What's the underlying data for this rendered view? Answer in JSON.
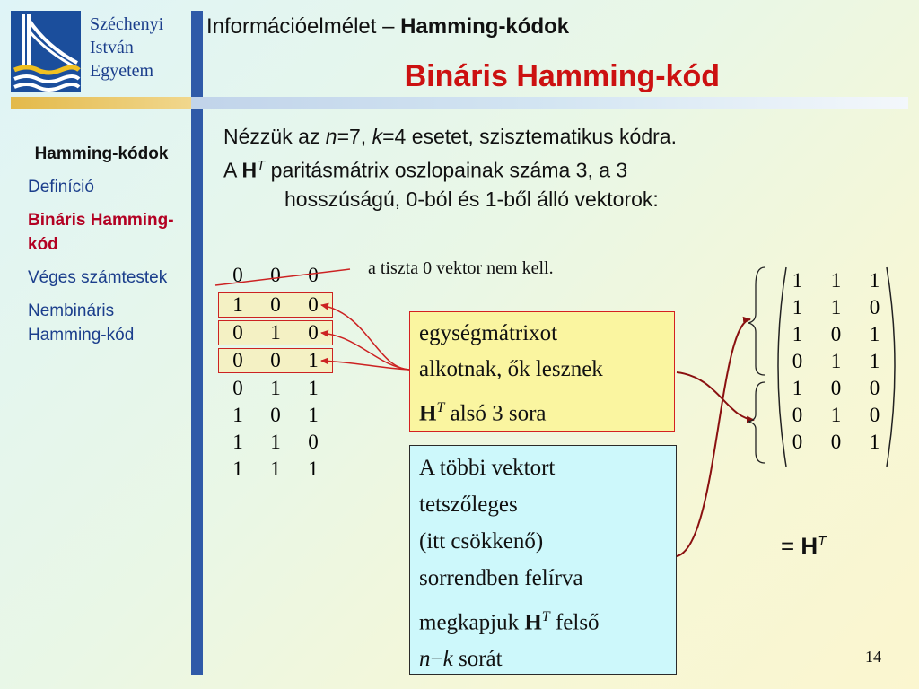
{
  "university": {
    "line1": "Széchenyi",
    "line2": "István",
    "line3": "Egyetem"
  },
  "header": {
    "course": "Információelmélet – ",
    "topic": "Hamming-kódok"
  },
  "title": "Bináris Hamming-kód",
  "nav": {
    "current": "Hamming-kódok",
    "items": [
      {
        "label": "Definíció",
        "active": false
      },
      {
        "label": "Bináris Hamming-kód",
        "active": true
      },
      {
        "label": "Véges számtestek",
        "active": false
      },
      {
        "label": "Nembináris Hamming-kód",
        "active": false
      }
    ]
  },
  "body": {
    "line1_a": "Nézzük az ",
    "line1_n": "n",
    "line1_b": "=7, ",
    "line1_k": "k",
    "line1_c": "=4 esetet, szisztematikus kódra.",
    "line2_a": "A ",
    "line2_H": "H",
    "line2_T": "T",
    "line2_b": " paritásmátrix oszlopainak száma 3, a 3",
    "line3": "hosszúságú, 0-ból és 1-ből álló vektorok:"
  },
  "vectors": [
    [
      "0",
      "0",
      "0"
    ],
    [
      "1",
      "0",
      "0"
    ],
    [
      "0",
      "1",
      "0"
    ],
    [
      "0",
      "0",
      "1"
    ],
    [
      "0",
      "1",
      "1"
    ],
    [
      "1",
      "0",
      "1"
    ],
    [
      "1",
      "1",
      "0"
    ],
    [
      "1",
      "1",
      "1"
    ]
  ],
  "note_zero": "a tiszta 0 vektor nem kell.",
  "box_identity": {
    "line1": "egységmátrixot",
    "line2": "alkotnak, ők lesznek",
    "line3_H": "H",
    "line3_T": "T",
    "line3_rest": " alsó 3 sora"
  },
  "box_others": {
    "line1": "A többi vektort",
    "line2": "tetszőleges",
    "line3": "(itt csökkenő)",
    "line4": "sorrendben felírva",
    "line5_a": "megkapjuk ",
    "line5_H": "H",
    "line5_T": "T",
    "line5_b": " felső",
    "line6_n": "n",
    "line6_minus": "−",
    "line6_k": "k",
    "line6_b": " sorát"
  },
  "ht_matrix": [
    [
      "1",
      "1",
      "1"
    ],
    [
      "1",
      "1",
      "0"
    ],
    [
      "1",
      "0",
      "1"
    ],
    [
      "0",
      "1",
      "1"
    ],
    [
      "1",
      "0",
      "0"
    ],
    [
      "0",
      "1",
      "0"
    ],
    [
      "0",
      "0",
      "1"
    ]
  ],
  "equals_ht": {
    "eq": "= ",
    "H": "H",
    "T": "T"
  },
  "page_number": "14",
  "colors": {
    "title_red": "#cc1111",
    "nav_blue": "#1b3e8c",
    "arrow_red": "#cc2222",
    "bar_blue": "#2f5aa8"
  }
}
